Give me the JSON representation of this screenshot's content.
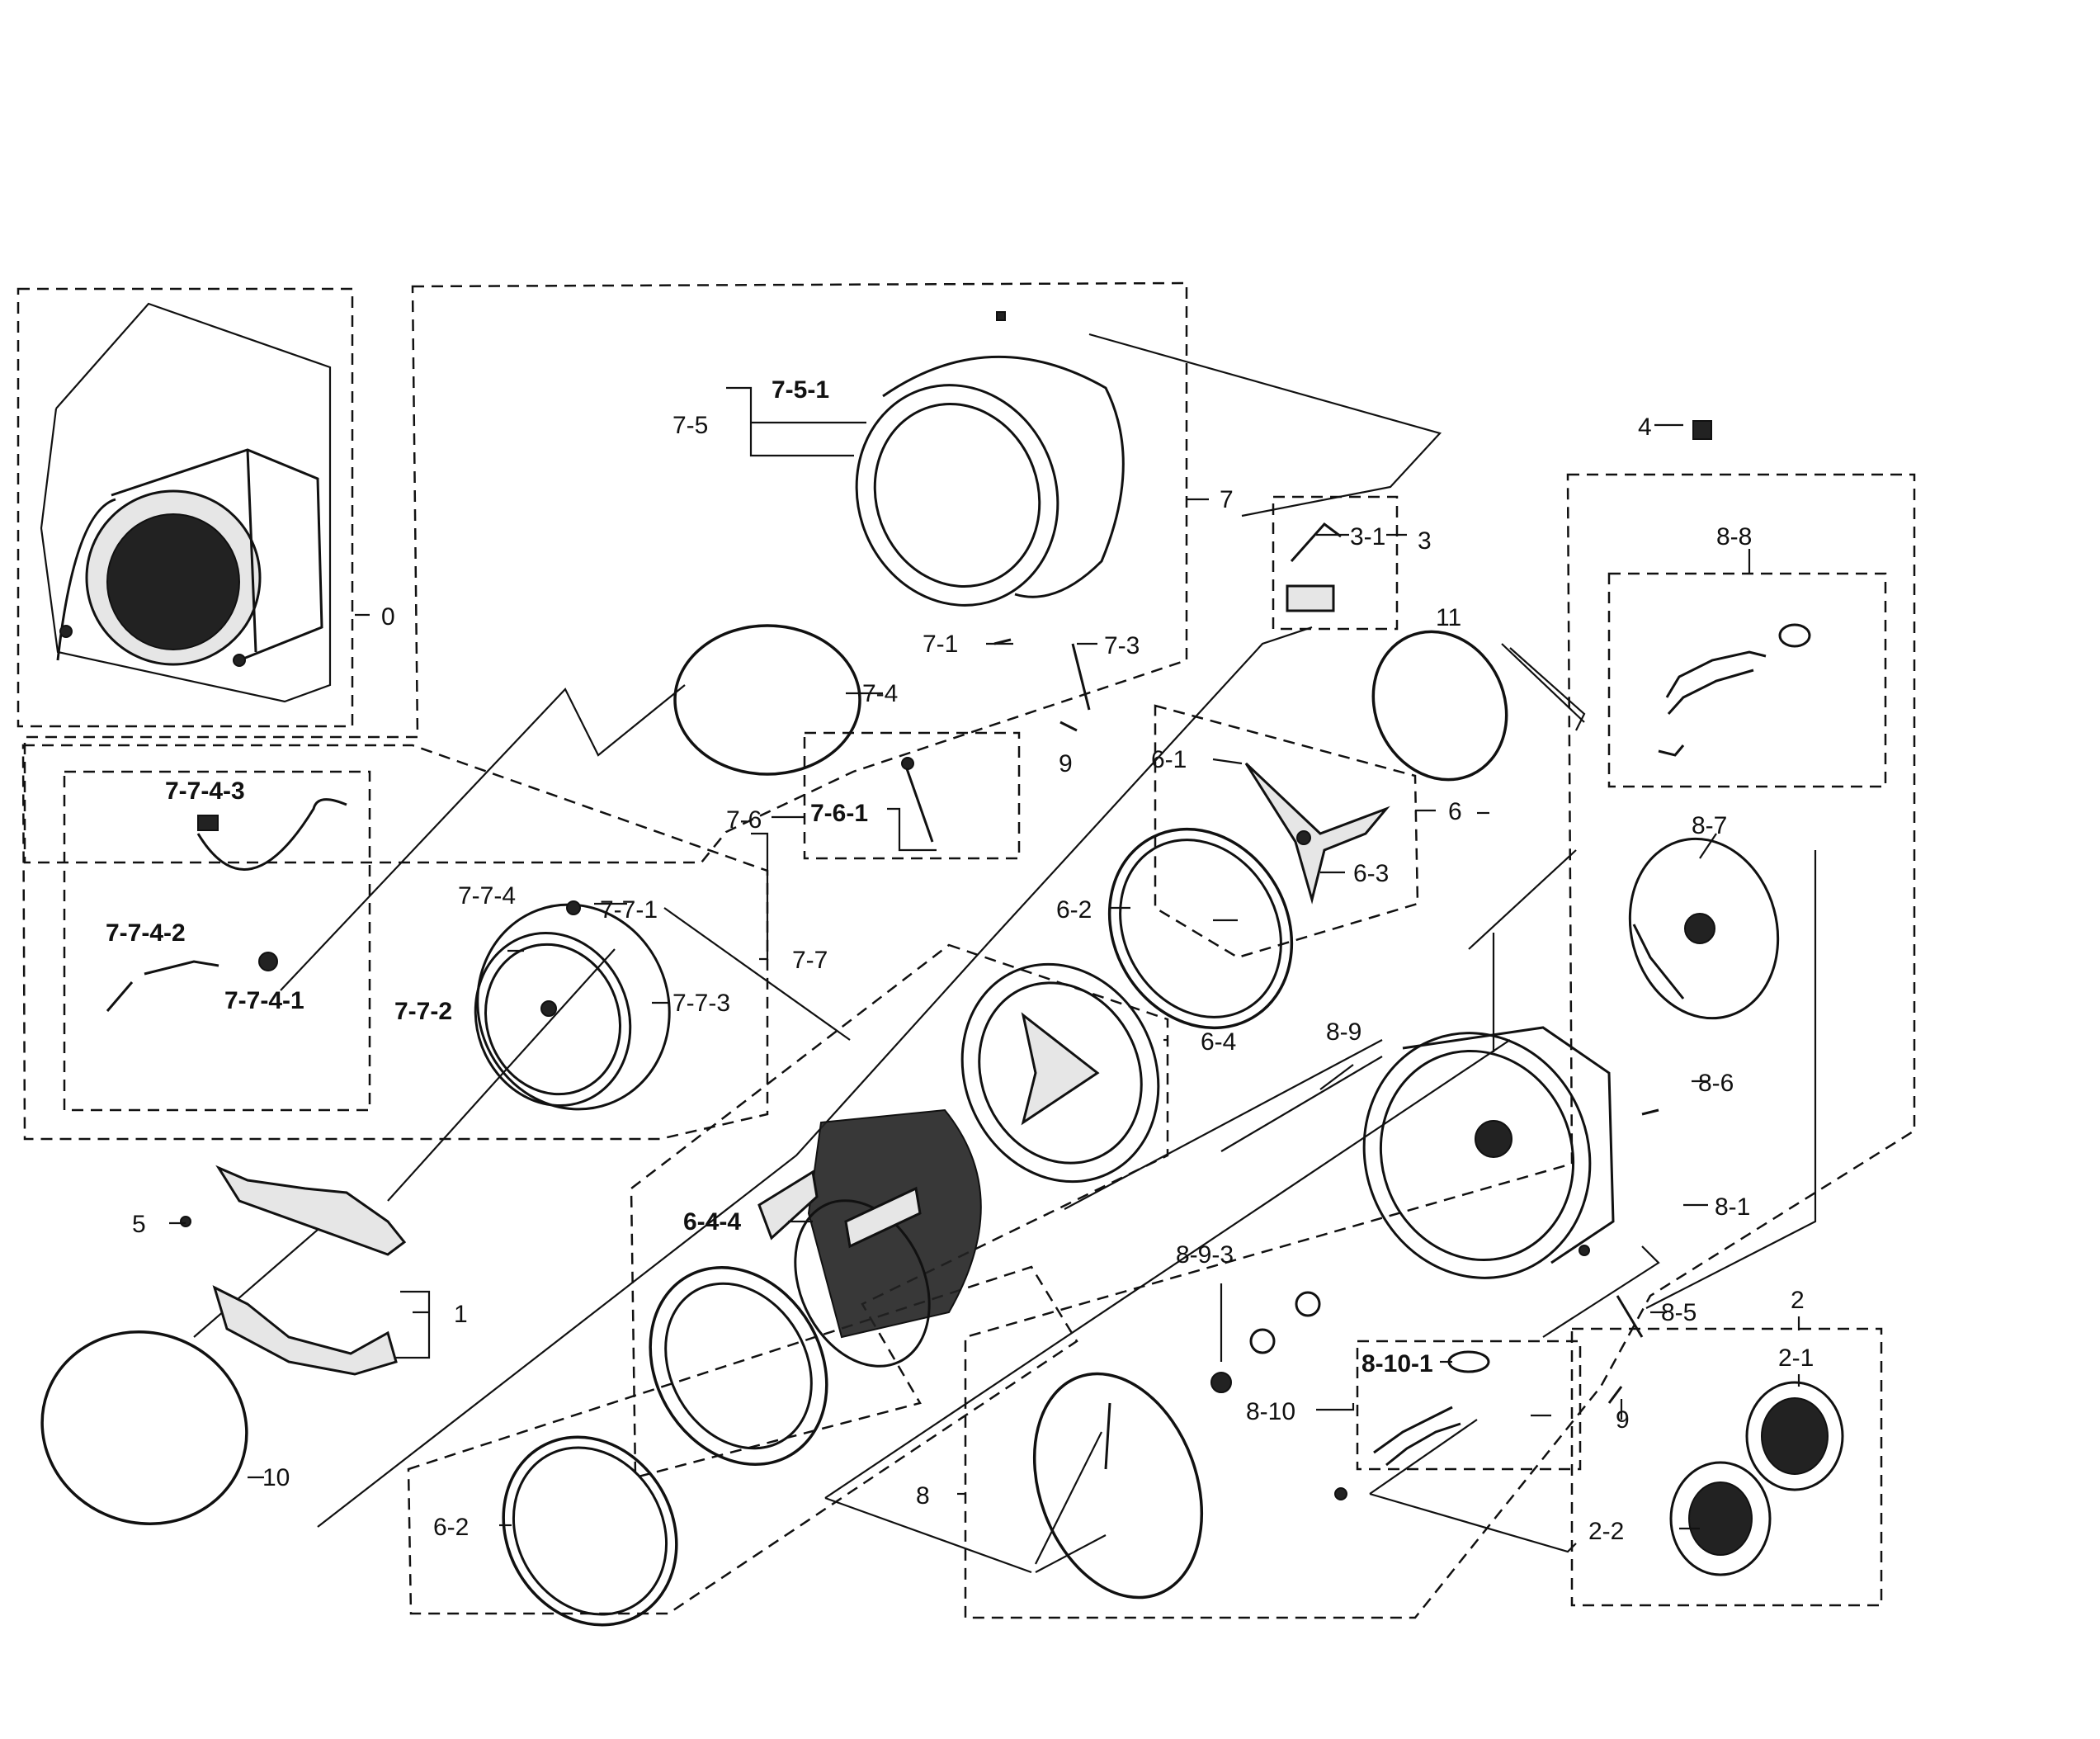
{
  "labels": {
    "l0": "0",
    "l1": "1",
    "l2": "2",
    "l2_1": "2-1",
    "l2_2": "2-2",
    "l3": "3",
    "l3_1": "3-1",
    "l4": "4",
    "l5": "5",
    "l6": "6",
    "l6_1": "6-1",
    "l6_2a": "6-2",
    "l6_2b": "6-2",
    "l6_3": "6-3",
    "l6_4": "6-4",
    "l6_4_4": "6-4-4",
    "l7": "7",
    "l7_1": "7-1",
    "l7_3": "7-3",
    "l7_4": "7-4",
    "l7_5": "7-5",
    "l7_5_1": "7-5-1",
    "l7_6": "7-6",
    "l7_6_1": "7-6-1",
    "l7_7": "7-7",
    "l7_7_1": "7-7-1",
    "l7_7_2": "7-7-2",
    "l7_7_3": "7-7-3",
    "l7_7_4": "7-7-4",
    "l7_7_4_1": "7-7-4-1",
    "l7_7_4_2": "7-7-4-2",
    "l7_7_4_3": "7-7-4-3",
    "l8": "8",
    "l8_1": "8-1",
    "l8_5": "8-5",
    "l8_6": "8-6",
    "l8_7": "8-7",
    "l8_8": "8-8",
    "l8_9": "8-9",
    "l8_9_3": "8-9-3",
    "l8_10": "8-10",
    "l8_10_1": "8-10-1",
    "l9a": "9",
    "l9b": "9",
    "l10": "10",
    "l11": "11"
  }
}
